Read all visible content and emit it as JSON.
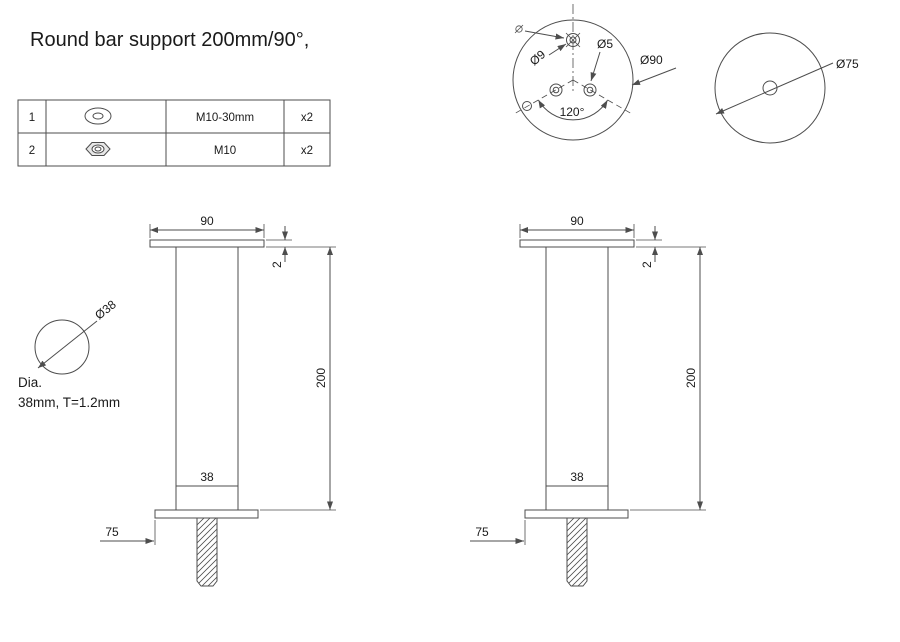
{
  "title": "Round bar support 200mm/90°,",
  "colors": {
    "line": "#4d4d4d",
    "text": "#1a1a1a"
  },
  "parts_table": {
    "rows": [
      {
        "num": "1",
        "icon": "washer-icon",
        "spec": "M10-30mm",
        "qty": "x2"
      },
      {
        "num": "2",
        "icon": "nut-icon",
        "spec": "M10",
        "qty": "x2"
      }
    ]
  },
  "flange_view": {
    "hole_dia": "Ø9",
    "pin_dia": "Ø5",
    "bolt_circle_dia": "Ø90",
    "angle": "120°"
  },
  "plate_view": {
    "dia": "Ø75"
  },
  "front_view": {
    "top_plate_width": "90",
    "plate_thickness": "2",
    "length": "200",
    "tube_dia": "38",
    "bottom_plate_width": "75"
  },
  "detail": {
    "dia": "Ø38",
    "note_line1": "Dia.",
    "note_line2": "38mm, T=1.2mm"
  }
}
